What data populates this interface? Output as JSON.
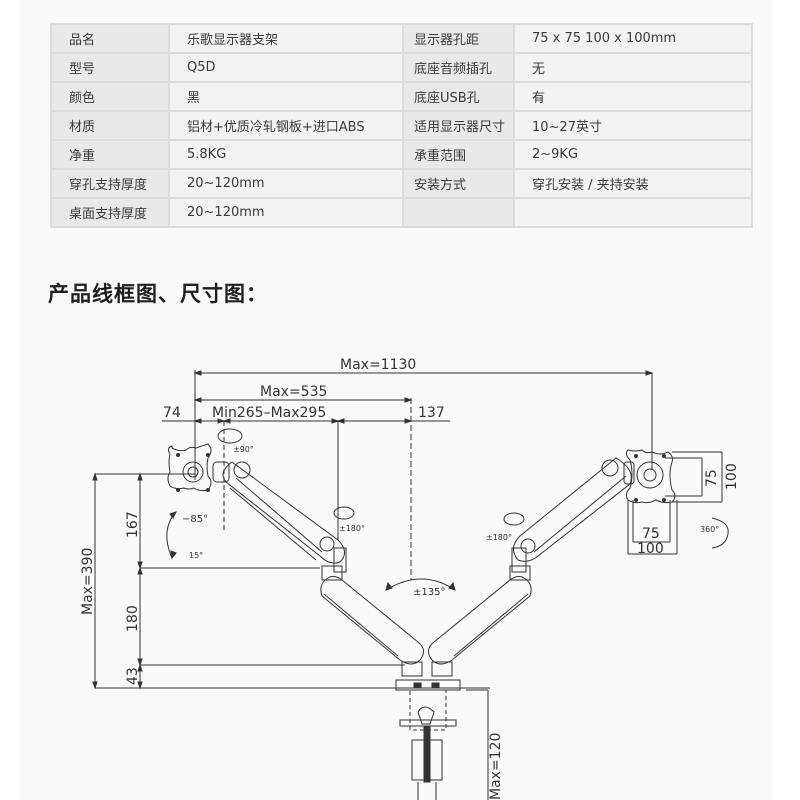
{
  "spec_table": {
    "rows": [
      {
        "label1": "品名",
        "value1": "乐歌显示器支架",
        "label2": "显示器孔距",
        "value2": "75 x 75     100 x 100mm"
      },
      {
        "label1": "型号",
        "value1": "Q5D",
        "label2": "底座音频插孔",
        "value2": "无"
      },
      {
        "label1": "颜色",
        "value1": "黑",
        "label2": "底座USB孔",
        "value2": "有"
      },
      {
        "label1": "材质",
        "value1": "铝材+优质冷轧钢板+进口ABS",
        "label2": "适用显示器尺寸",
        "value2": "10~27英寸"
      },
      {
        "label1": "净重",
        "value1": "5.8KG",
        "label2": "承重范围",
        "value2": "2~9KG"
      },
      {
        "label1": "穿孔支持厚度",
        "value1": "20~120mm",
        "label2": "安装方式",
        "value2": "穿孔安装 / 夹持安装"
      },
      {
        "label1": "桌面支持厚度",
        "value1": "20~120mm",
        "label2": "",
        "value2": ""
      }
    ]
  },
  "section": {
    "title": "产品线框图、尺寸图："
  },
  "diagram": {
    "dims": {
      "max_width": "Max=1130",
      "max_arm": "Max=535",
      "left_offset": "74",
      "arm_range": "Min265–Max295",
      "right_offset": "137",
      "max_height": "Max=390",
      "h_upper": "167",
      "h_middle": "180",
      "h_base": "43",
      "clamp_max": "Max=120",
      "vesa_h_75": "75",
      "vesa_h_100": "100",
      "vesa_v_75": "75",
      "vesa_v_100": "100"
    },
    "angles": {
      "rot_90": "±90°",
      "tilt_up": "−85°",
      "tilt_down": "15°",
      "swivel_left": "±180°",
      "swivel_right": "±180°",
      "base_rot": "±135°",
      "rotate_360": "360°"
    },
    "colors": {
      "line": "#333333",
      "panel": "#fafafa"
    }
  }
}
